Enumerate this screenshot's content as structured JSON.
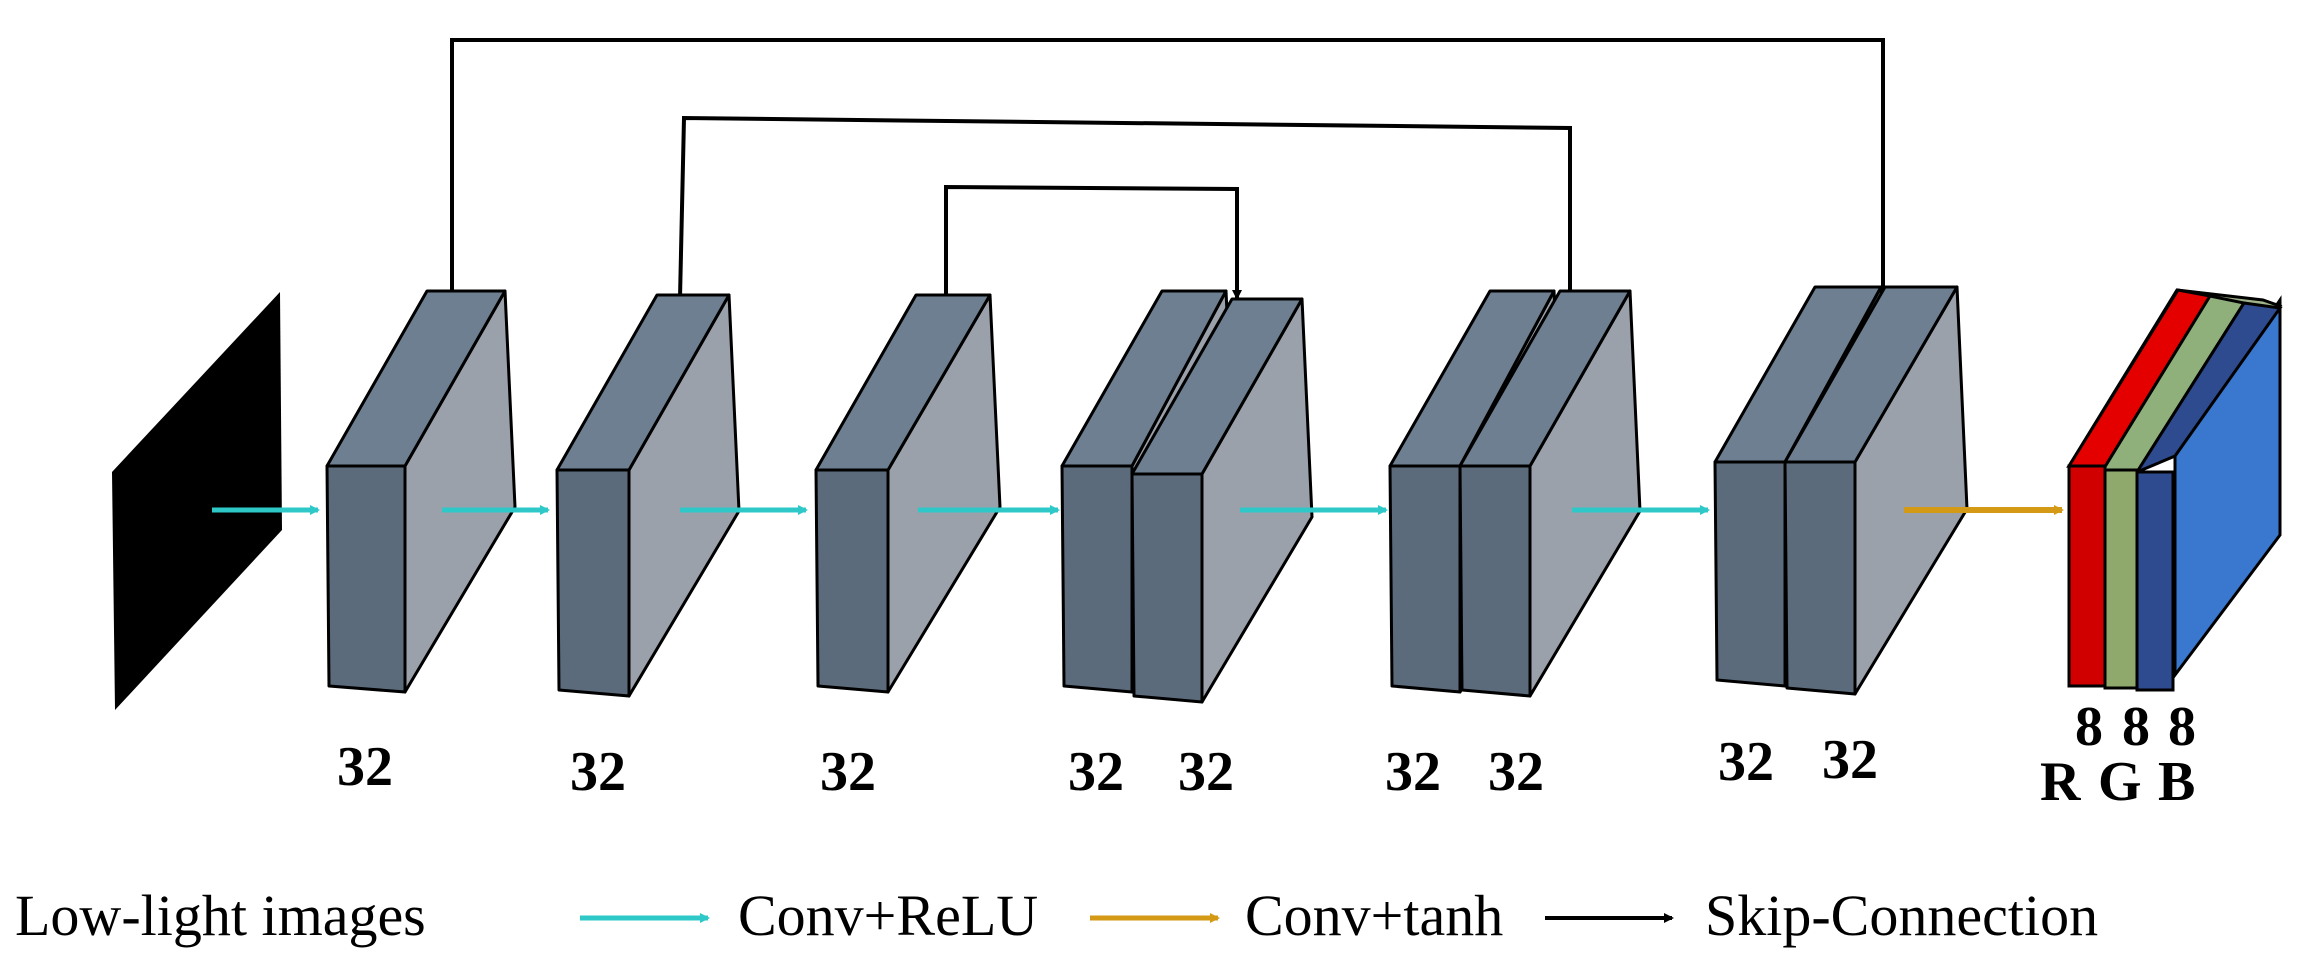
{
  "blocks": [
    {
      "label": "32"
    },
    {
      "label": "32"
    },
    {
      "label": "32"
    },
    {
      "label_a": "32",
      "label_b": "32"
    },
    {
      "label_a": "32",
      "label_b": "32"
    },
    {
      "label_a": "32",
      "label_b": "32"
    }
  ],
  "output": {
    "counts": [
      "8",
      "8",
      "8"
    ],
    "channels": [
      "R",
      "G",
      "B"
    ],
    "colors": [
      "#e50000",
      "#8fa86b",
      "#2e4b8f",
      "#3a78d0"
    ]
  },
  "legend": {
    "input_label": "Low-light images",
    "conv_relu": "Conv+ReLU",
    "conv_tanh": "Conv+tanh",
    "skip": "Skip-Connection"
  },
  "colors": {
    "conv_relu_arrow": "#2ec8c8",
    "conv_tanh_arrow": "#d49a16",
    "skip_arrow": "#000000",
    "block_front": "#5b6b7c",
    "block_top": "#6e7f91",
    "block_side": "#9ba1aa",
    "input_plane": "#000000"
  }
}
